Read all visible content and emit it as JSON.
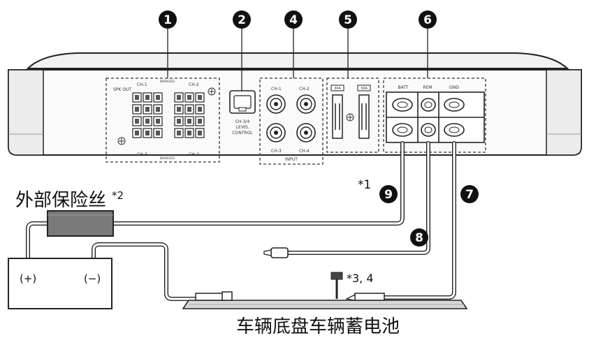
{
  "callouts": [
    "1",
    "2",
    "4",
    "5",
    "6",
    "9",
    "8",
    "7"
  ],
  "amp": {
    "speaker_out_label": "SPK OUT",
    "ch1_top": "CH-1",
    "ch2_top": "CH-2",
    "ch3_bottom": "CH-3",
    "ch4_bottom": "CH-4",
    "bridged_top": "BRIDGED",
    "bridged_bottom": "BRIDGED",
    "level_line1": "CH-3/4",
    "level_line2": "LEVEL",
    "level_line3": "CONTROL",
    "input_ch1": "CH-1",
    "input_ch2": "CH-2",
    "input_ch3": "CH-3",
    "input_ch4": "CH-4",
    "input_label": "INPUT",
    "fuse_a": "30A",
    "fuse_b": "30A",
    "batt_label": "BATT",
    "rem_label": "REM",
    "gnd_label": "GND"
  },
  "labels": {
    "external_fuse": "外部保险丝",
    "external_fuse_note": "*2",
    "note_1": "*1",
    "note_34": "*3, 4",
    "battery_plus": "(+)",
    "battery_minus": "(−)",
    "chassis_battery": "车辆底盘车辆蓄电池"
  }
}
